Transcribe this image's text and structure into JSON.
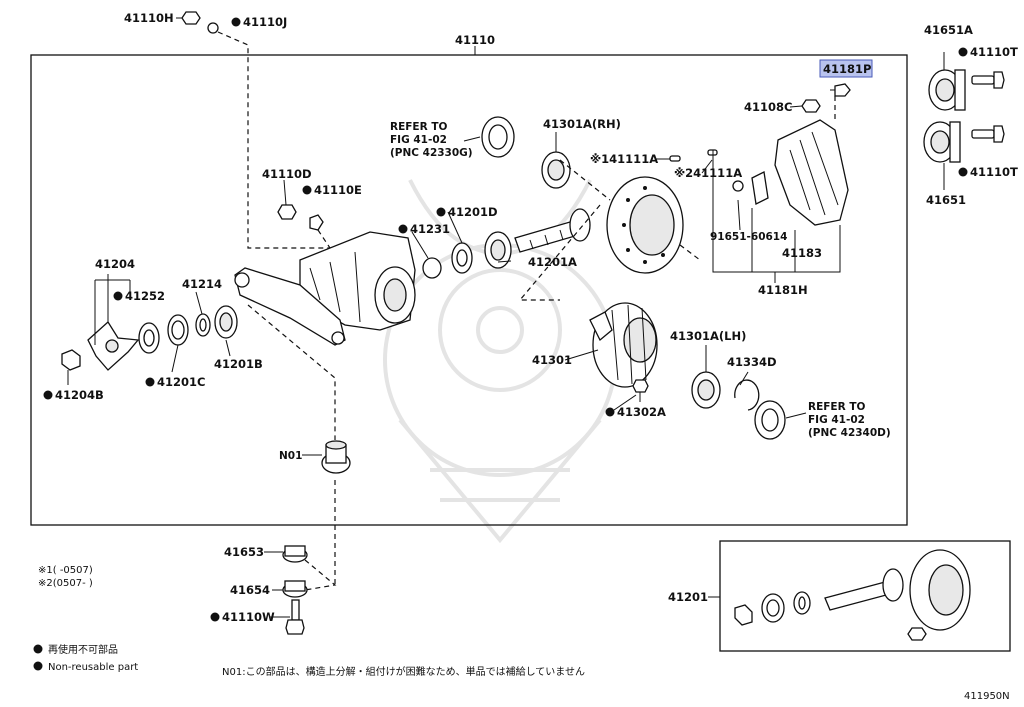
{
  "labels": {
    "p41110H": "41110H",
    "p41110J": "41110J",
    "p41110": "41110",
    "p41651A": "41651A",
    "p41110T_a": "41110T",
    "p41110T_b": "41110T",
    "p41651": "41651",
    "p41181P": "41181P",
    "p41108C": "41108C",
    "refer_top_1": "REFER TO",
    "refer_top_2": "FIG 41-02",
    "refer_top_3": "(PNC 42330G)",
    "p41301A_RH": "41301A(RH)",
    "p141111A": "※141111A",
    "p241111A": "※241111A",
    "p41110D": "41110D",
    "p41110E": "41110E",
    "p41231": "41231",
    "p41201D": "41201D",
    "p41201A": "41201A",
    "p91651": "91651-60614",
    "p41183": "41183",
    "p41181H": "41181H",
    "p41204": "41204",
    "p41252": "41252",
    "p41214": "41214",
    "p41201B": "41201B",
    "p41201C": "41201C",
    "p41204B": "41204B",
    "p41301": "41301",
    "p41301A_LH": "41301A(LH)",
    "p41334D": "41334D",
    "p41302A": "41302A",
    "refer_bot_1": "REFER TO",
    "refer_bot_2": "FIG 41-02",
    "refer_bot_3": "(PNC 42340D)",
    "n01": "N01",
    "p41653": "41653",
    "p41654": "41654",
    "p41110W": "41110W",
    "p41201_inset": "41201"
  },
  "notes": {
    "ref1": "※1(    -0507)",
    "ref2": "※2(0507-    )",
    "legend_jp": "再使用不可部品",
    "legend_en": "Non-reusable part",
    "n01_note": "N01:この部品は、構造上分解・組付けが困難なため、単品では補給していません",
    "fig_code": "411950N"
  },
  "colors": {
    "highlight": "#b9c3ee",
    "line": "#111111"
  }
}
